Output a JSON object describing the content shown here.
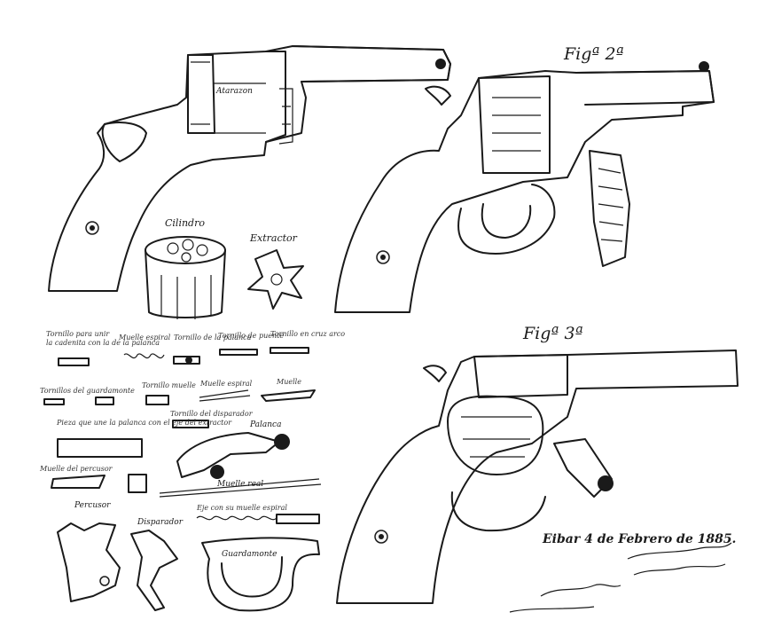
{
  "figure_labels": {
    "fig2": "Figª 2ª",
    "fig3": "Figª 3ª"
  },
  "part_labels": {
    "cilindro": "Cilindro",
    "extractor": "Extractor",
    "atarazon": "Atarazon",
    "palanca": "Palanca",
    "percusor": "Percusor",
    "disparador": "Disparador",
    "guardamonte": "Guardamonte",
    "muelle_real": "Muelle real"
  },
  "caption_lines": {
    "l1": "Tornillo para unir",
    "l2": "la cadenita con la de la palanca",
    "l3": "Muelle espiral",
    "l4": "Tornillo de la palanca",
    "l5": "Tornillo de puente",
    "l6": "Tornillo en cruz arco",
    "l7": "Tornillos del guardamonte",
    "l8": "Tornillo muelle",
    "l9": "Muelle espiral",
    "l10": "Muelle",
    "l11": "Pieza que une la palanca con el eje del extractor",
    "l12": "Tornillo del disparador",
    "l13": "Muelle del percusor",
    "l14": "Eje con su muelle espiral"
  },
  "signature": {
    "place_date": "Eibar 4 de Febrero de 1885."
  }
}
